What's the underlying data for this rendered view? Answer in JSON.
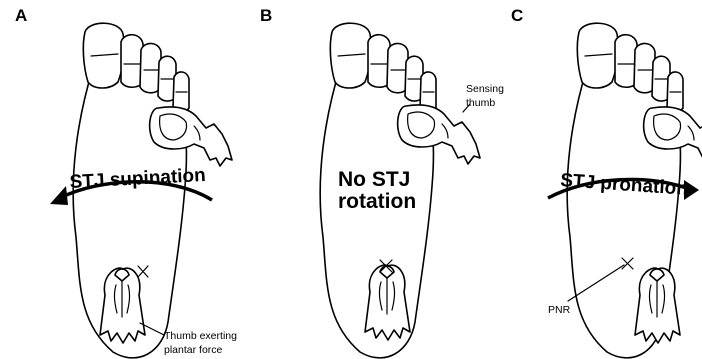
{
  "panels": [
    {
      "letter": "A",
      "rotation_label": "STJ supination",
      "annotation": {
        "line1": "Thumb exerting",
        "line2": "plantar force"
      }
    },
    {
      "letter": "B",
      "center_label": {
        "line1": "No STJ",
        "line2": "rotation"
      },
      "annotation": {
        "line1": "Sensing",
        "line2": "thumb"
      }
    },
    {
      "letter": "C",
      "rotation_label": "STJ pronation",
      "annotation": {
        "line1": "PNR"
      }
    }
  ]
}
